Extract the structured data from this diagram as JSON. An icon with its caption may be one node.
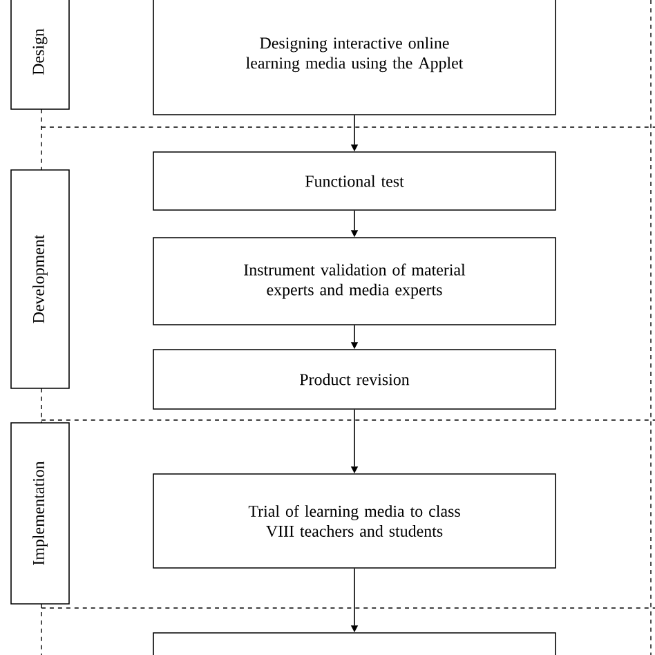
{
  "diagram": {
    "nodes": [
      {
        "text": [
          "Design"
        ]
      },
      {
        "text": [
          "Designing interactive online learning media using the Applet"
        ]
      },
      {
        "text": [
          "Development"
        ]
      },
      {
        "text": [
          "Functional test"
        ]
      },
      {
        "text": [
          "Instrument validation of material experts and media experts"
        ]
      },
      {
        "text": [
          "Product revision"
        ]
      },
      {
        "text": [
          "Implementation"
        ]
      },
      {
        "text": [
          "Trial of learning media to class VIII teachers and students"
        ]
      },
      {
        "text": [],
        "shape": "box"
      }
    ],
    "edges": [
      {
        "from": 1,
        "to": 3,
        "arrow": "to"
      },
      {
        "from": 3,
        "to": 4,
        "arrow": "to"
      },
      {
        "from": 4,
        "to": 5,
        "arrow": "to"
      },
      {
        "from": 5,
        "to": 7,
        "arrow": "to"
      },
      {
        "from": 7,
        "to": 8,
        "arrow": "to"
      }
    ]
  }
}
